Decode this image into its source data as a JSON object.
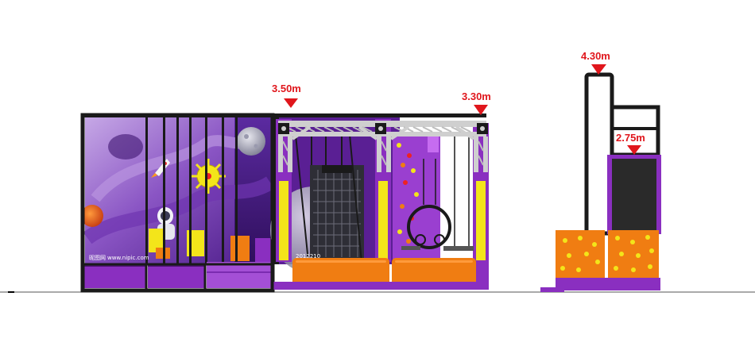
{
  "height_markers": [
    {
      "id": "marker-350",
      "label": "3.50m"
    },
    {
      "id": "marker-330",
      "label": "3.30m"
    },
    {
      "id": "marker-430",
      "label": "4.30m"
    },
    {
      "id": "marker-275",
      "label": "2.75m"
    }
  ],
  "watermark": {
    "brand": "昵图网",
    "url": "www.nipic.com",
    "code": "2012210"
  },
  "colors": {
    "frame": "#1a1a1a",
    "purple_panel": "#6b1d9e",
    "purple_pad": "#8a2fc0",
    "purple_dark": "#4b1470",
    "yellow": "#f3e51a",
    "orange": "#f07d12",
    "truss": "#d9d9d9",
    "marker_red": "#e0161c"
  }
}
